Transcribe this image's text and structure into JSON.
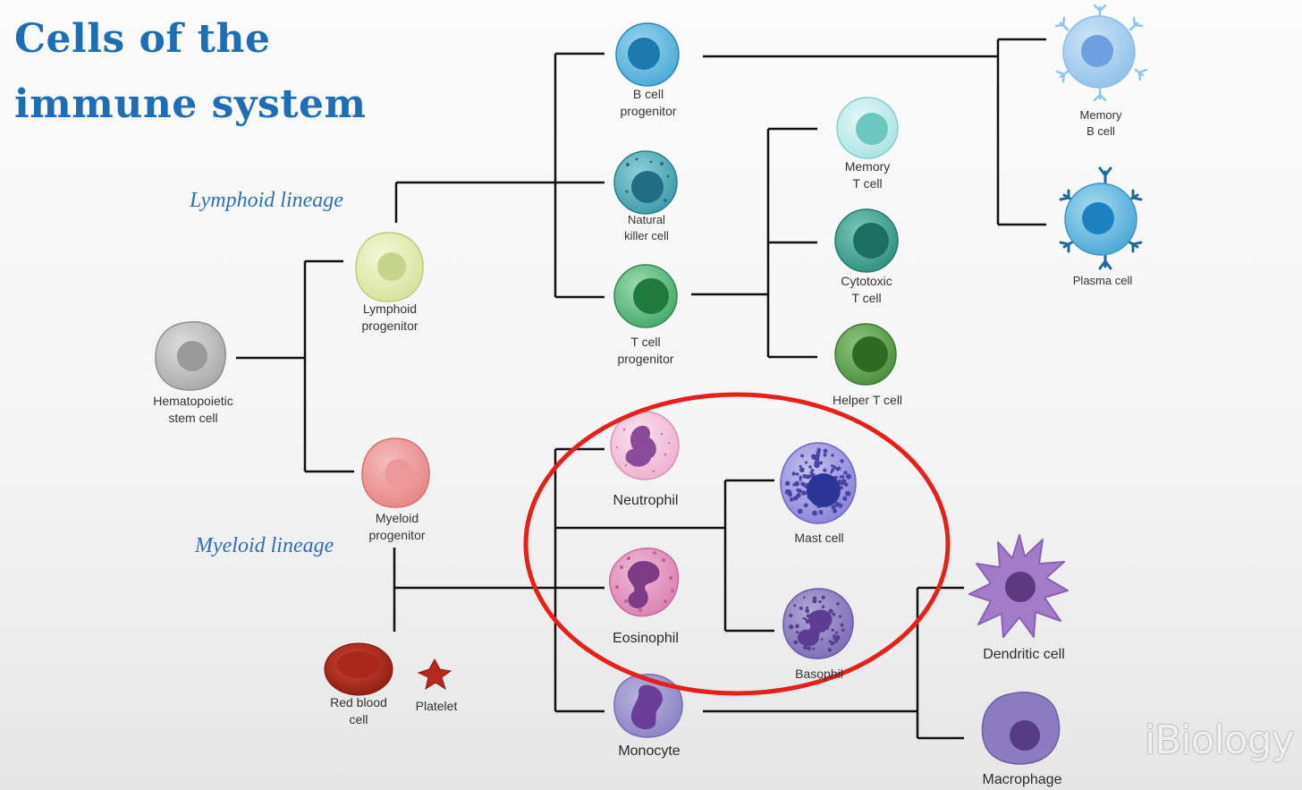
{
  "title": {
    "line1": "Cells of the",
    "line2": "immune system"
  },
  "lineages": {
    "lymphoid": "Lymphoid lineage",
    "myeloid": "Myeloid lineage"
  },
  "cells": {
    "stem": {
      "l1": "Hematopoietic",
      "l2": "stem cell"
    },
    "lymphoid_progenitor": {
      "l1": "Lymphoid",
      "l2": "progenitor"
    },
    "myeloid_progenitor": {
      "l1": "Myeloid",
      "l2": "progenitor"
    },
    "b_progenitor": {
      "l1": "B cell",
      "l2": "progenitor"
    },
    "nk": {
      "l1": "Natural",
      "l2": "killer cell"
    },
    "t_progenitor": {
      "l1": "T cell",
      "l2": "progenitor"
    },
    "memory_t": {
      "l1": "Memory",
      "l2": "T cell"
    },
    "cytotoxic_t": {
      "l1": "Cytotoxic",
      "l2": "T cell"
    },
    "helper_t": {
      "l1": "Helper T cell"
    },
    "memory_b": {
      "l1": "Memory",
      "l2": "B cell"
    },
    "plasma": {
      "l1": "Plasma cell"
    },
    "neutrophil": {
      "l1": "Neutrophil"
    },
    "eosinophil": {
      "l1": "Eosinophil"
    },
    "monocyte": {
      "l1": "Monocyte"
    },
    "mast": {
      "l1": "Mast cell"
    },
    "basophil": {
      "l1": "Basophil"
    },
    "dendritic": {
      "l1": "Dendritic cell"
    },
    "macrophage": {
      "l1": "Macrophage"
    },
    "rbc": {
      "l1": "Red blood",
      "l2": "cell"
    },
    "platelet": {
      "l1": "Platelet"
    }
  },
  "colors": {
    "title": "#1f6db4",
    "highlight": "#e8201c",
    "connector": "#111111"
  },
  "watermark": "iBiology"
}
